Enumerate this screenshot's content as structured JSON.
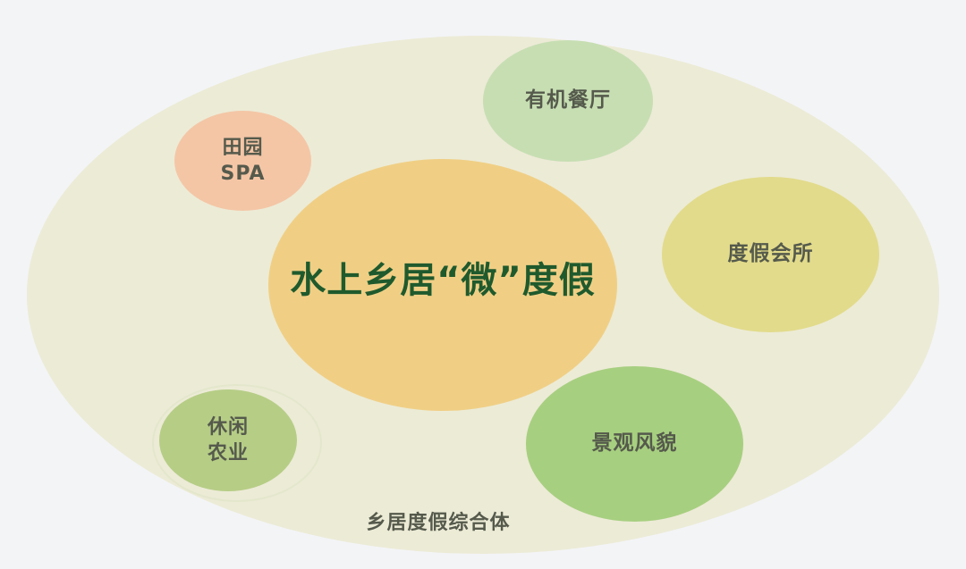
{
  "diagram": {
    "center": {
      "title": "水上乡居“微”度假"
    },
    "outer": {
      "label": "乡居度假综合体"
    },
    "nodes": {
      "spa": {
        "line1": "田园",
        "line2": "SPA"
      },
      "organic_restaurant": {
        "label": "有机餐厅"
      },
      "resort_club": {
        "label": "度假会所"
      },
      "leisure_agriculture": {
        "line1": "休闲",
        "line2": "农业"
      },
      "landscape": {
        "label": "景观风貌"
      }
    }
  },
  "colors": {
    "background": "#f3f4f6",
    "outer_ellipse": "#ecebd6",
    "center_ellipse": "#f0cf85",
    "spa": "#f4c6a6",
    "organic_restaurant": "#c7deb3",
    "resort_club": "#e2db8b",
    "leisure_agriculture": "#b6cd86",
    "landscape": "#a7cf80",
    "title_text": "#1f5a2d",
    "label_text": "#555a4c"
  }
}
